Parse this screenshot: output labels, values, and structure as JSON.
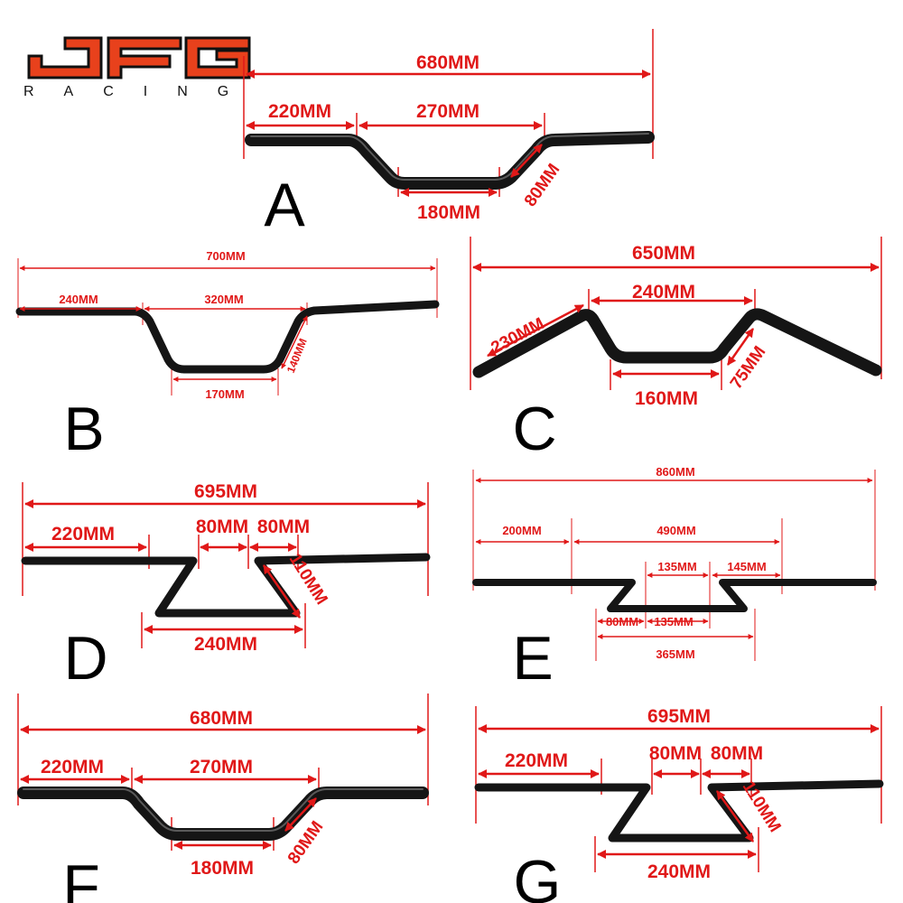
{
  "colors": {
    "dimension": "#e01818",
    "bar": "#151515",
    "logo": "#e8411c"
  },
  "logo": {
    "brand": "JFG",
    "subtitle": "RACING"
  },
  "panels": {
    "A": {
      "letter": "A",
      "total": "680MM",
      "grip": "220MM",
      "rise_span": "270MM",
      "bottom": "180MM",
      "rise": "80MM"
    },
    "B": {
      "letter": "B",
      "total": "700MM",
      "grip": "240MM",
      "rise_span": "320MM",
      "bottom": "170MM",
      "rise": "140MM"
    },
    "C": {
      "letter": "C",
      "total": "650MM",
      "grip": "230MM",
      "rise_span": "240MM",
      "bottom": "160MM",
      "rise": "75MM"
    },
    "D": {
      "letter": "D",
      "total": "695MM",
      "grip": "220MM",
      "gap_left": "80MM",
      "gap_right": "80MM",
      "drop": "110MM",
      "bottom": "240MM"
    },
    "E": {
      "letter": "E",
      "total": "860MM",
      "grip": "200MM",
      "center": "490MM",
      "inner_top": "135MM",
      "right": "145MM",
      "drop_offset": "80MM",
      "inner_bottom": "135MM",
      "bottom": "365MM"
    },
    "F": {
      "letter": "F",
      "total": "680MM",
      "grip": "220MM",
      "rise_span": "270MM",
      "bottom": "180MM",
      "rise": "80MM"
    },
    "G": {
      "letter": "G",
      "total": "695MM",
      "grip": "220MM",
      "gap_left": "80MM",
      "gap_right": "80MM",
      "drop": "110MM",
      "bottom": "240MM"
    }
  }
}
